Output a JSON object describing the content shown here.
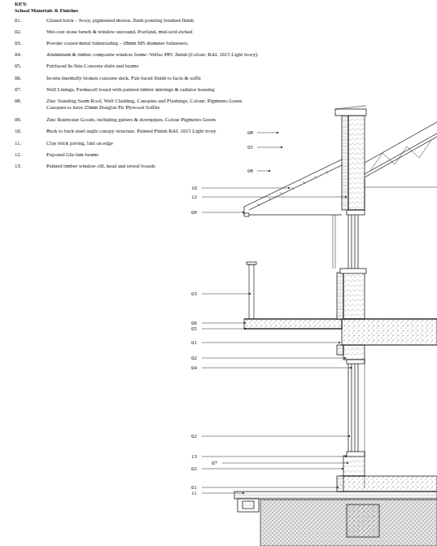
{
  "diagram": {
    "title": "KEY:",
    "labels": [
      "School Materials & Finishes",
      "01.",
      "Glazed brick – Ivory, pigmented mortar, flush pointing brushed finish",
      "02.",
      "Wet-cast stone bench & window surround, Portland, mid-acid etched",
      "03.",
      "Powder coated metal balustrading - 18mm MS diameter balustsers.",
      "04.",
      "Aluminium & timber composite window frame -Velfac PPC finish (Colour: RAL 1015 Light ivory).",
      "05.",
      "Fairfaced In-Situ Concrete slabs and beams",
      "06.",
      "In-situ thermally broken concrete deck. Fair-faced finish to facia & soffit",
      "07.",
      "Wall Linings, Fermacell board with painted timber skirtings & radiator housing",
      "08.",
      "Zinc Standing Seam Roof, Wall Cladding, Canopies and Flashings, Colour: Pigmento Green Canopies to have 25mm Douglas Fir Plywood Soffits",
      "09.",
      "Zinc Rainwater Goods, including gutters & downpipes, Colour Pigmento Green",
      "10.",
      "Back to back steel angle canopy structure. Painted Finish RAL 1015 Light ivory",
      "11.",
      "Clay brick paving, laid on edge",
      "12.",
      "Exposed Glu-lam beams",
      "13.",
      "Painted timber window cill, head and reveal boards",
      "08",
      "05",
      "08",
      "10",
      "12",
      "09",
      "03",
      "06",
      "05",
      "01",
      "02",
      "04",
      "02",
      "13",
      "07",
      "02",
      "01",
      "11"
    ]
  }
}
